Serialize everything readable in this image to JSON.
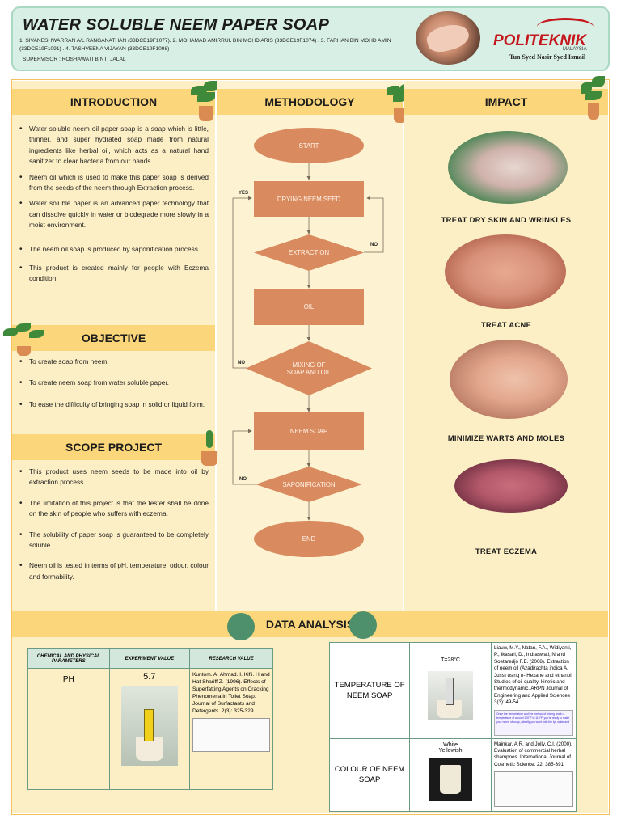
{
  "header": {
    "title": "WATER SOLUBLE NEEM PAPER SOAP",
    "authors": "1. SIVANESHWARRAN A/L RANGANATHAN (33DCE19F1077). 2. MOHAMAD AMIRRUL BIN MOHD ARIS (33DCE19F1074) . 3. FARHAN BIN MOHD AMIN (33DCE19F1091) . 4. TASHVEENA VIJAYAN (33DCE19F1098)",
    "supervisor": "SUPERVISOR : ROSHAWATI BINTI JALAL",
    "logo_name": "POLITEKNIK",
    "logo_country": "MALAYSIA",
    "logo_campus": "Tun Syed Nasir Syed Ismail"
  },
  "introduction": {
    "heading": "INTRODUCTION",
    "items": [
      "Water soluble neem oil paper soap is a soap which is little, thinner, and super hydrated soap made from natural ingredients like herbal oil, which acts as a natural hand sanitizer to clear bacteria from our hands.",
      "Neem oil which is used to make this paper soap is derived from the seeds of the neem through Extraction process.",
      "Water soluble paper is an advanced paper technology that can dissolve quickly in water or biodegrade more slowly in a moist environment.",
      "The neem oil soap is produced by saponification process.",
      "This product is created mainly for people with Eczema condition."
    ]
  },
  "objective": {
    "heading": "OBJECTIVE",
    "items": [
      "To create soap from neem.",
      "To create neem soap from water soluble paper.",
      "To ease the difficulty of bringing soap in solid or liquid form."
    ]
  },
  "scope": {
    "heading": "SCOPE PROJECT",
    "items": [
      "This product uses neem seeds to be made into oil by extraction process.",
      "The limitation of this project is that the tester shall be done on the skin of people who suffers with eczema.",
      "The solubility of paper soap is guaranteed to be completely soluble.",
      "Neem oil is tested in terms of pH, temperature, odour, colour and formability."
    ]
  },
  "methodology": {
    "heading": "METHODOLOGY",
    "start": "START",
    "drying": "DRYING NEEM SEED",
    "extraction": "EXTRACTION",
    "oil": "OIL",
    "mixing": "MIXING OF SOAP AND OIL",
    "neem_soap": "NEEM SOAP",
    "saponification": "SAPONIFICATION",
    "end": "END",
    "yes": "YES",
    "no": "NO"
  },
  "impact": {
    "heading": "IMPACT",
    "items": [
      "TREAT DRY SKIN AND WRINKLES",
      "TREAT ACNE",
      "MINIMIZE WARTS AND MOLES",
      "TREAT ECZEMA"
    ]
  },
  "data_analysis": {
    "heading": "DATA ANALYSIS",
    "table1": {
      "col1": "CHEMICAL AND PHYSICAL PARAMETERS",
      "col2": "EXPERIMENT VALUE",
      "col3": "RESEARCH VALUE",
      "param": "PH",
      "value": "5.7",
      "reference": "Kuntom. A, Ahmad. I. Kifli. H and Hat Shariff Z. (1996). Effects of Superfatting Agents on Cracking Phenomena in Toilet Soap. Journal of Surfactants and Detergents. 2(3): 325-329"
    },
    "table2": {
      "temp_param": "TEMPERATURE OF NEEM SOAP",
      "temp_value": "T=28°C",
      "temp_reference": "Liauw, M.Y., Natan, F.A., Widiyanti, P., Ikasari, D., Indraswati, N and Soetaredjo F.E. (2008). Extraction of neem oil (Azadirachta indica A. Juss) using n- Hexane and ethanol: Studies of oil quality, kinetic and thermodynamic. ARPN Journal of Engineering and Applied Sciences 3(3): 49-54",
      "temp_note": "Once the temperature and the method of mixing reach a temperature of around 100°F to 110°F, you're ready to make your neem oil soap, (ideally you want both the lye water and",
      "colour_param": "COLOUR OF NEEM SOAP",
      "colour_value_1": "White",
      "colour_value_2": "Yellowish",
      "colour_reference": "Mainkar, A.R. and Jolly, C.I. (2000). Evaluation of commercial herbal shampoos. International Journal of Cosmetic Science. 22: 385-391"
    }
  }
}
